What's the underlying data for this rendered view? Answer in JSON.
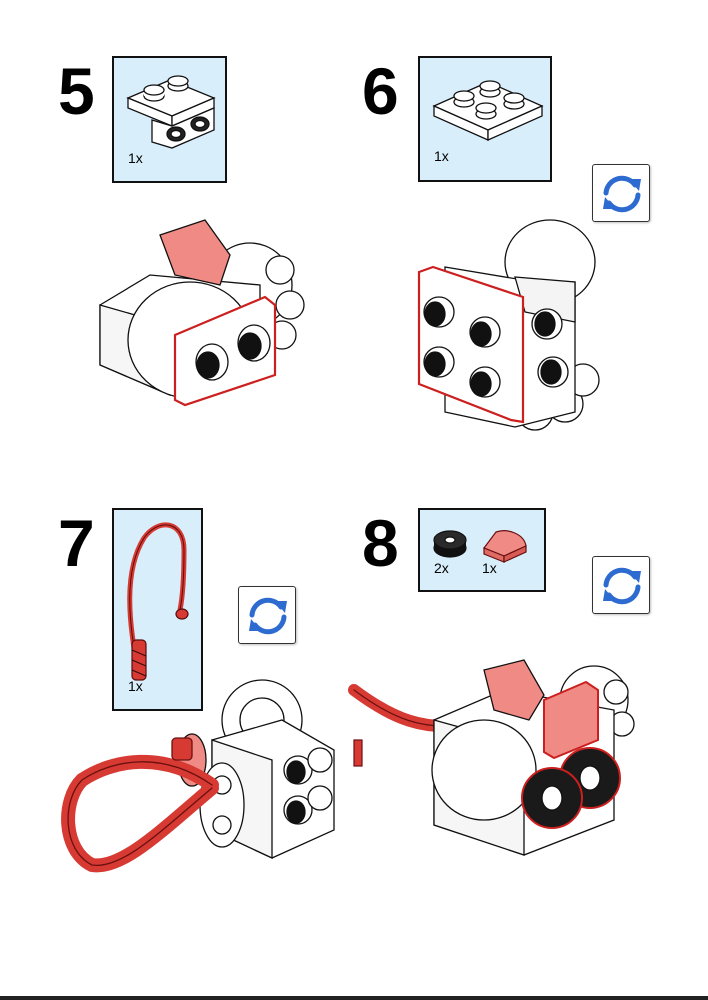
{
  "steps": [
    {
      "number": "5",
      "parts": [
        {
          "qty": "1x",
          "name": "bracket-plate-icon"
        }
      ]
    },
    {
      "number": "6",
      "parts": [
        {
          "qty": "1x",
          "name": "plate-2x2-icon"
        }
      ]
    },
    {
      "number": "7",
      "parts": [
        {
          "qty": "1x",
          "name": "tail-whip-icon"
        }
      ]
    },
    {
      "number": "8",
      "parts": [
        {
          "qty": "2x",
          "name": "round-tile-black-icon"
        },
        {
          "qty": "1x",
          "name": "quarter-tile-red-icon"
        }
      ]
    }
  ],
  "icons": {
    "rotate": "rotate-model-icon"
  },
  "colors": {
    "callout_bg": "#d9eefb",
    "highlight": "#cc1f1f",
    "new_part_red": "#f08a84",
    "rotate_blue": "#2d6bd0"
  }
}
